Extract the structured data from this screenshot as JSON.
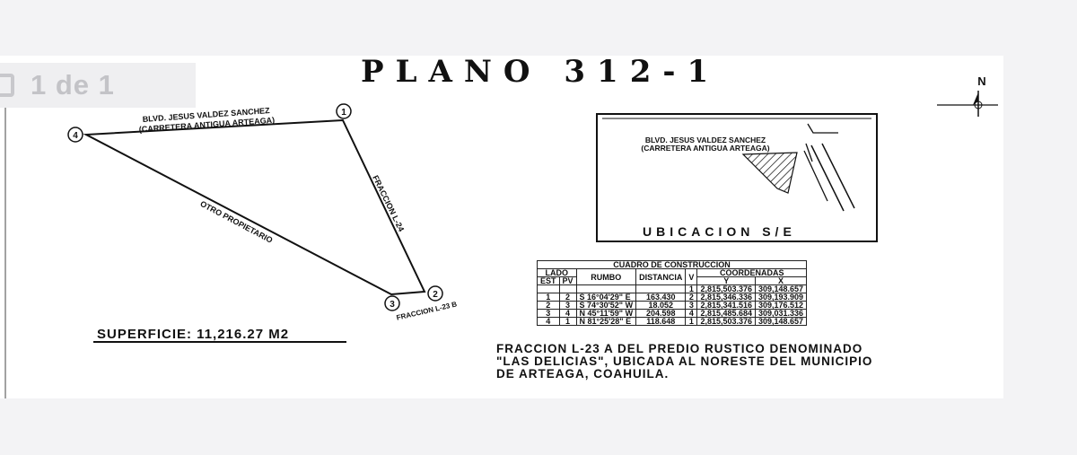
{
  "viewer": {
    "page_counter": "1 de 1",
    "page_icon": "page-icon"
  },
  "plan": {
    "title": "PLANO  312-1",
    "north_label": "N",
    "road_label_line1": "BLVD. JESUS VALDEZ SANCHEZ",
    "road_label_line2": "(CARRETERA ANTIGUA ARTEAGA)",
    "side_label_east": "FRACCION L-24",
    "side_label_diag": "OTRO PROPIETARIO",
    "side_label_south": "FRACCION L-23 B",
    "vertices": [
      "1",
      "2",
      "3",
      "4"
    ],
    "surface": "SUPERFICIE: 11,216.27 M2"
  },
  "location": {
    "road_line1": "BLVD. JESUS VALDEZ SANCHEZ",
    "road_line2": "(CARRETERA ANTIGUA ARTEAGA)",
    "caption": "UBICACION S/E"
  },
  "table": {
    "title": "CUADRO DE CONSTRUCCION",
    "h_lado": "LADO",
    "h_rumbo": "RUMBO",
    "h_distancia": "DISTANCIA",
    "h_v": "V",
    "h_coordenadas": "COORDENADAS",
    "h_est": "EST",
    "h_pv": "PV",
    "h_y": "Y",
    "h_x": "X",
    "first_vertex": {
      "v": "1",
      "y": "2,815,503.376",
      "x": "309,148.657"
    },
    "rows": [
      {
        "est": "1",
        "pv": "2",
        "rumbo": "S 16°04'29\" E",
        "distancia": "163.430",
        "v": "2",
        "y": "2,815,346.336",
        "x": "309,193.909"
      },
      {
        "est": "2",
        "pv": "3",
        "rumbo": "S 74°30'52\" W",
        "distancia": "18.052",
        "v": "3",
        "y": "2,815,341.516",
        "x": "309,176.512"
      },
      {
        "est": "3",
        "pv": "4",
        "rumbo": "N 45°11'59\" W",
        "distancia": "204.598",
        "v": "4",
        "y": "2,815,485.684",
        "x": "309,031.336"
      },
      {
        "est": "4",
        "pv": "1",
        "rumbo": "N 81°25'28\" E",
        "distancia": "118.648",
        "v": "1",
        "y": "2,815,503.376",
        "x": "309,148.657"
      }
    ]
  },
  "description": {
    "line1": "FRACCION L-23 A DEL PREDIO RUSTICO DENOMINADO",
    "line2": "\"LAS DELICIAS\", UBICADA AL NORESTE DEL MUNICIPIO",
    "line3": "DE  ARTEAGA, COAHUILA."
  }
}
